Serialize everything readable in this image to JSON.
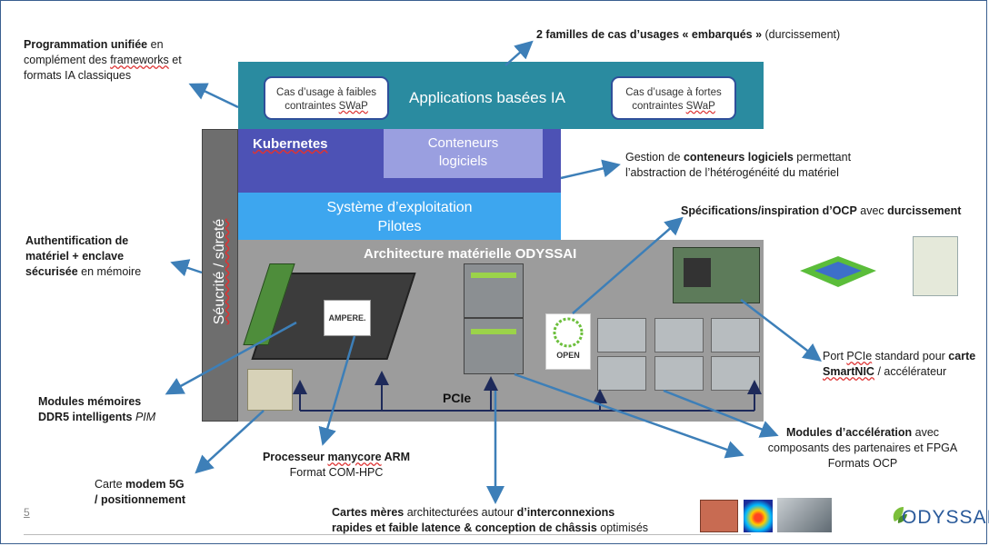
{
  "layers": {
    "apps_title": "Applications basées IA",
    "case_low_line1": "Cas d’usage à faibles",
    "case_low_line2_pre": "contraintes ",
    "case_low_line2_u": "SWaP",
    "case_high_line1": "Cas d’usage à fortes",
    "case_high_line2_pre": "contraintes ",
    "case_high_line2_u": "SWaP",
    "kubernetes": "Kubernetes",
    "containers_line1": "Conteneurs",
    "containers_line2": "logiciels",
    "os_line1": "Système d’exploitation",
    "os_line2": "Pilotes",
    "hw_title": "Architecture matérielle ODYSSAI",
    "security": "Séucrité / sûreté",
    "pcie": "PCIe",
    "ampere": "AMPERE.",
    "open": "OPEN"
  },
  "annotations": {
    "top_bold": "2 familles de cas d’usages « embarqués »",
    "top_rest": " (durcissement)",
    "prog_bold": "Programmation unifiée",
    "prog_rest1": " en",
    "prog_line2_pre": "complément des ",
    "prog_line2_u": "frameworks",
    "prog_line2_post": " et",
    "prog_line3": "formats IA classiques",
    "gest_line1_pre": "Gestion de ",
    "gest_line1_bold": "conteneurs logiciels",
    "gest_line1_post": " permettant",
    "gest_line2": "l’abstraction de l’hétérogénéité du matériel",
    "spec_bold1": "Spécifications/inspiration d’OCP",
    "spec_mid": " avec ",
    "spec_bold2": "durcissement",
    "auth_line1": "Authentification de",
    "auth_line2": "matériel + enclave",
    "auth_line3_bold": "sécurisée",
    "auth_line3_rest": " en mémoire",
    "port_line1_pre": "Port ",
    "port_line1_u": "PCIe",
    "port_line1_mid": " standard pour ",
    "port_line1_bold": "carte",
    "port_line2_bold": "SmartNIC",
    "port_line2_rest": " / accélérateur",
    "mod_line1": "Modules mémoires",
    "mod_line2_bold": "DDR5 intelligents ",
    "mod_line2_ital": "PIM",
    "accel_line1_bold": "Modules d’accélération",
    "accel_line1_rest": " avec",
    "accel_line2": "composants des partenaires et FPGA",
    "accel_line3": "Formats OCP",
    "proc_line1_pre": "Processeur ",
    "proc_line1_u": "manycore",
    "proc_line1_post": " ARM",
    "proc_line2": "Format COM-HPC",
    "modem_line1_pre": "Carte ",
    "modem_line1_bold": "modem 5G",
    "modem_line2": "/ positionnement",
    "mb_line1_bold": "Cartes mères",
    "mb_line1_rest": " architecturées autour ",
    "mb_line1_bold2": "d’interconnexions",
    "mb_line2_bold": "rapides et faible latence & conception de châssis",
    "mb_line2_rest": " optimisés"
  },
  "footer": {
    "page_number": "5",
    "logo": "ODYSSAI"
  },
  "colors": {
    "apps": "#2a8ba0",
    "kubernetes": "#4d52b5",
    "containers": "#9a9fe0",
    "os": "#3da6ef",
    "hardware": "#9c9c9c",
    "security": "#6e6e6e",
    "arrow": "#3d7fb8"
  }
}
